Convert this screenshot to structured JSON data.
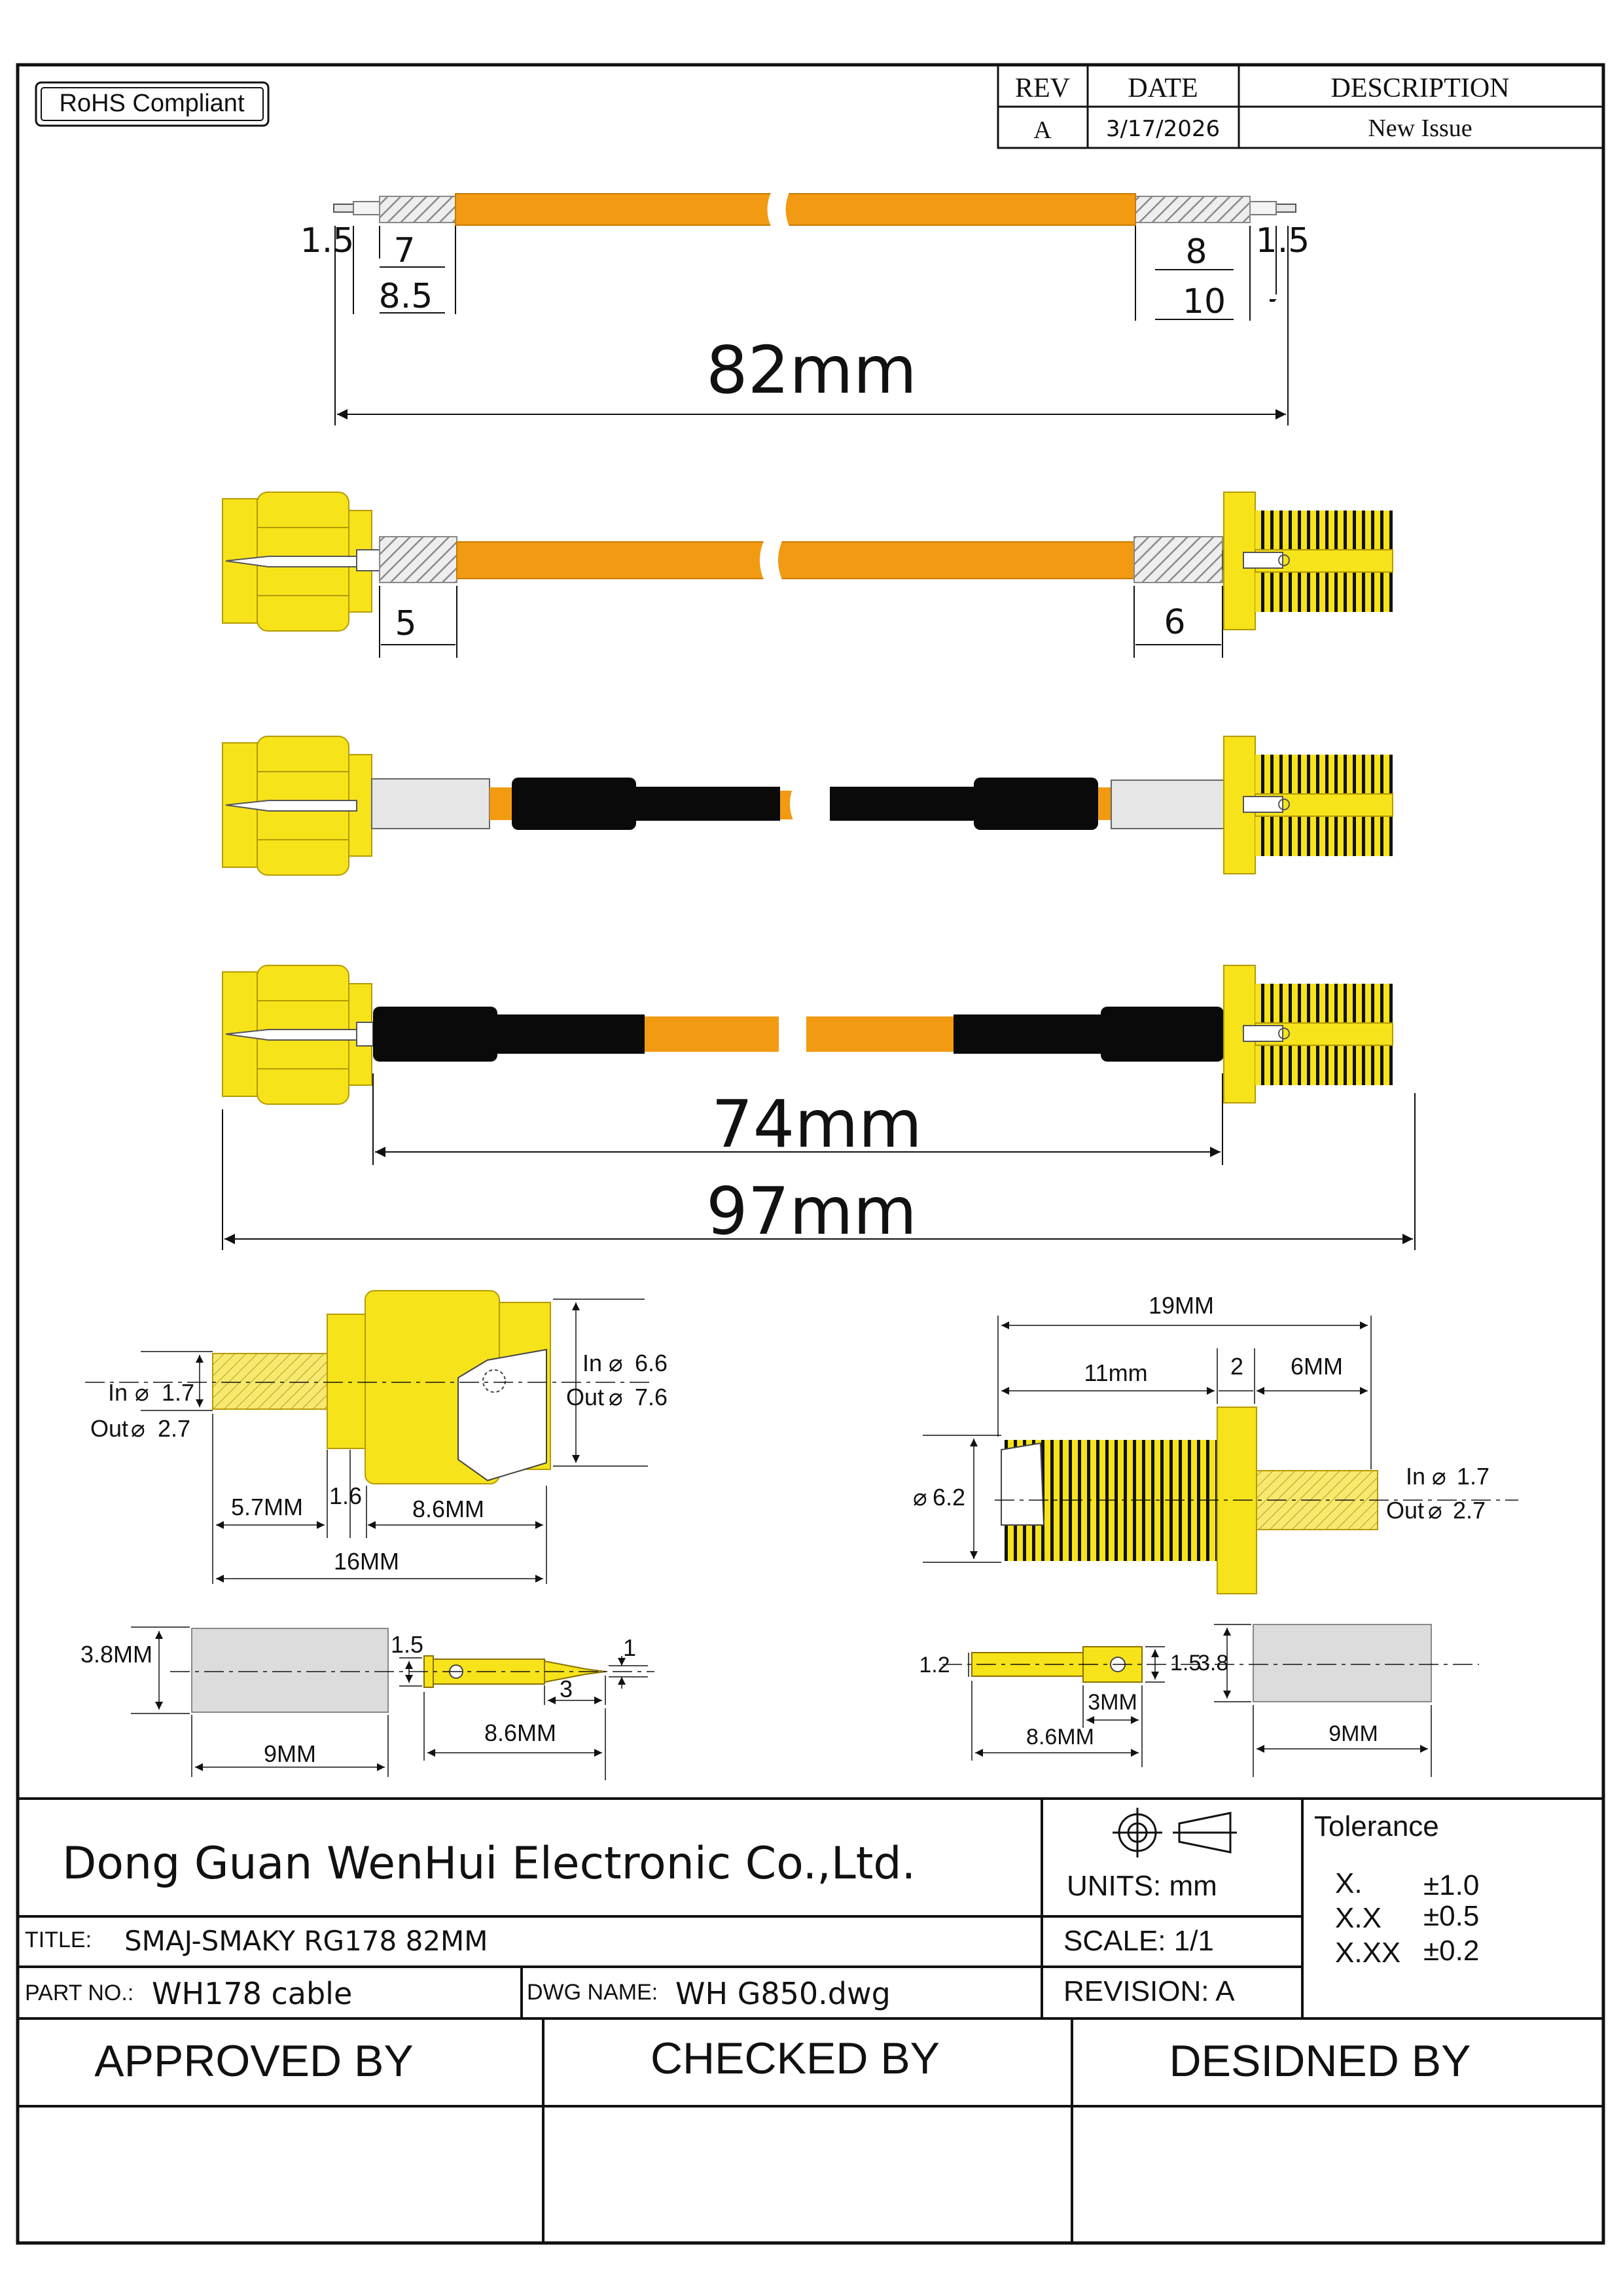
{
  "rohs": "RoHS Compliant",
  "revision_table": {
    "headers": [
      "REV",
      "DATE",
      "DESCRIPTION"
    ],
    "rows": [
      [
        "A",
        "3/17/2026",
        "New Issue"
      ]
    ]
  },
  "stripped_cable": {
    "dims": {
      "left_pin": "1.5",
      "left_a": "7",
      "left_b": "8.5",
      "right_a": "8",
      "right_b": "10",
      "right_pin": "1.5"
    },
    "total_length": "82mm"
  },
  "assembly_view": {
    "left_dim": "5",
    "right_dim": "6"
  },
  "final_view": {
    "inner_length": "74mm",
    "overall_length": "97mm"
  },
  "male_detail": {
    "in_dia_label": "In",
    "in_dia": "1.7",
    "out_dia_label": "Out",
    "out_dia": "2.7",
    "nut_in_label": "In",
    "nut_in": "6.6",
    "nut_out_label": "Out",
    "nut_out": "7.6",
    "dims": {
      "a": "5.7MM",
      "b": "1.6",
      "c": "8.6MM",
      "total": "16MM"
    }
  },
  "female_detail": {
    "dims": {
      "total": "19MM",
      "a": "11mm",
      "b": "2",
      "c": "6MM"
    },
    "body_dia": "6.2",
    "in_dia_label": "In",
    "in_dia": "1.7",
    "out_dia_label": "Out",
    "out_dia": "2.7"
  },
  "male_parts": {
    "ferrule_dia": "3.8MM",
    "ferrule_len": "9MM",
    "pin_dia": "1.5",
    "tip_dia": "1",
    "tip_len": "3",
    "pin_len": "8.6MM"
  },
  "female_parts": {
    "tip_dia": "1.2",
    "pin_dia": "1.5",
    "slot_len": "3MM",
    "pin_len": "8.6MM",
    "ferrule_dia": "3.8",
    "ferrule_len": "9MM"
  },
  "title_block": {
    "company": "Dong Guan WenHui Electronic Co.,Ltd.",
    "units": "UNITS: mm",
    "scale": "SCALE: 1/1",
    "revision": "REVISION: A",
    "title_label": "TITLE:",
    "title": "SMAJ-SMAKY RG178 82MM",
    "part_label": "PART NO.:",
    "part": "WH178 cable",
    "dwg_label": "DWG NAME:",
    "dwg": "WH G850.dwg",
    "tolerance_title": "Tolerance",
    "tolerance": [
      [
        "X.",
        "±1.0"
      ],
      [
        "X.X",
        "±0.5"
      ],
      [
        "X.XX",
        "±0.2"
      ]
    ],
    "approved": "APPROVED BY",
    "checked": "CHECKED BY",
    "designed": "DESIDNED BY"
  },
  "colors": {
    "orange": "#F29A12",
    "yellow": "#F7E31A",
    "black": "#0a0a0a",
    "silver": "#d4d4d4"
  },
  "icons": [
    "projection-symbol-icon"
  ]
}
